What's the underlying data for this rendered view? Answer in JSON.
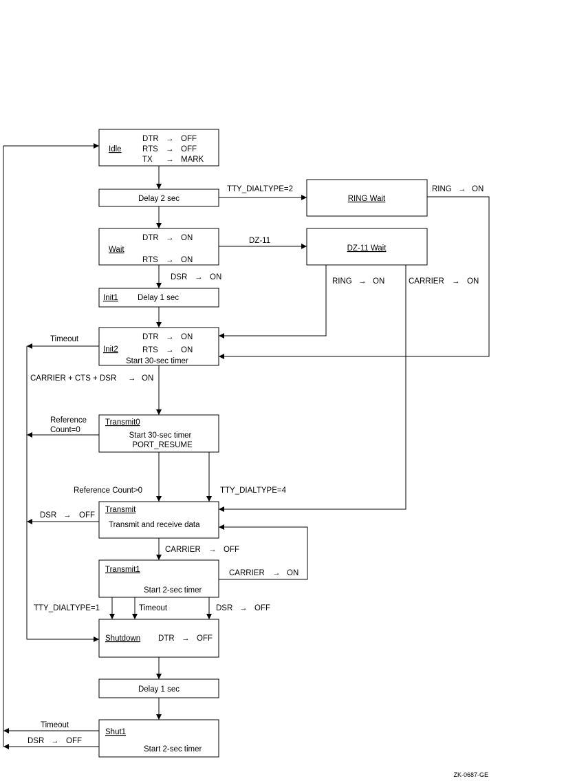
{
  "arrow_glyph": "→",
  "boxes": {
    "idle": {
      "name": "Idle",
      "rows": [
        [
          "DTR",
          "OFF"
        ],
        [
          "RTS",
          "OFF"
        ],
        [
          "TX",
          "MARK"
        ]
      ]
    },
    "delay2": {
      "text": "Delay 2 sec"
    },
    "ring_wait": {
      "name": "RING Wait"
    },
    "wait": {
      "name": "Wait",
      "rows": [
        [
          "DTR",
          "ON"
        ],
        [
          "RTS",
          "ON"
        ]
      ]
    },
    "dz11_wait": {
      "name": "DZ-11 Wait"
    },
    "init1": {
      "name": "Init1",
      "text": "Delay 1 sec"
    },
    "init2": {
      "name": "Init2",
      "rows": [
        [
          "DTR",
          "ON"
        ],
        [
          "RTS",
          "ON"
        ]
      ],
      "text": "Start 30-sec timer"
    },
    "transmit0": {
      "name": "Transmit0",
      "line1": "Start 30-sec timer",
      "line2": "PORT_RESUME"
    },
    "transmit": {
      "name": "Transmit",
      "text": "Transmit and receive data"
    },
    "transmit1": {
      "name": "Transmit1",
      "text": "Start 2-sec timer"
    },
    "shutdown": {
      "name": "Shutdown",
      "signal": "DTR",
      "value": "OFF"
    },
    "delay1": {
      "text": "Delay 1 sec"
    },
    "shut1": {
      "name": "Shut1",
      "text": "Start 2-sec timer"
    }
  },
  "transitions": {
    "tty_dialtype_2": "TTY_DIALTYPE=2",
    "ring_on_top": {
      "signal": "RING",
      "value": "ON"
    },
    "dz11": "DZ-11",
    "dsr_on": {
      "signal": "DSR",
      "value": "ON"
    },
    "ring_on_mid": {
      "signal": "RING",
      "value": "ON"
    },
    "carrier_on_mid": {
      "signal": "CARRIER",
      "value": "ON"
    },
    "timeout_init2": "Timeout",
    "carrier_cts_dsr": {
      "signal": "CARRIER + CTS + DSR",
      "value": "ON"
    },
    "ref_count_0": {
      "line1": "Reference",
      "line2": "Count=0"
    },
    "ref_count_gt0": "Reference Count>0",
    "tty_dialtype_4": "TTY_DIALTYPE=4",
    "dsr_off_transmit": {
      "signal": "DSR",
      "value": "OFF"
    },
    "carrier_off": {
      "signal": "CARRIER",
      "value": "OFF"
    },
    "carrier_on_loop": {
      "signal": "CARRIER",
      "value": "ON"
    },
    "tty_dialtype_1": "TTY_DIALTYPE=1",
    "timeout_t1": "Timeout",
    "dsr_off_t1": {
      "signal": "DSR",
      "value": "OFF"
    },
    "timeout_shut1": "Timeout",
    "dsr_off_shut1": {
      "signal": "DSR",
      "value": "OFF"
    }
  },
  "figure_id": "ZK-0687-GE"
}
